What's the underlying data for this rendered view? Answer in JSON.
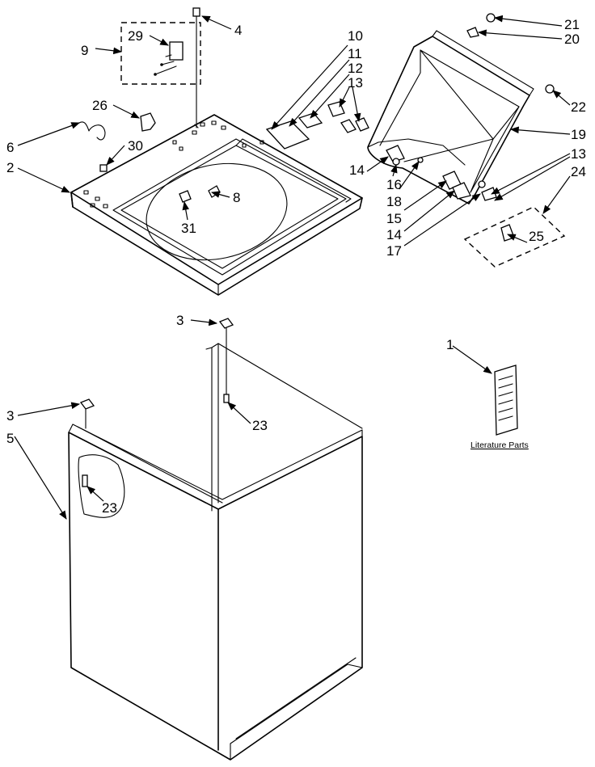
{
  "callouts": {
    "c1": "1",
    "c2": "2",
    "c3a": "3",
    "c3b": "3",
    "c4": "4",
    "c5": "5",
    "c6": "6",
    "c8": "8",
    "c9": "9",
    "c10": "10",
    "c11": "11",
    "c12": "12",
    "c13a": "13",
    "c13b": "13",
    "c14a": "14",
    "c14b": "14",
    "c15": "15",
    "c16": "16",
    "c17": "17",
    "c18": "18",
    "c19": "19",
    "c20": "20",
    "c21": "21",
    "c22": "22",
    "c23a": "23",
    "c23b": "23",
    "c24": "24",
    "c25": "25",
    "c26": "26",
    "c29": "29",
    "c30": "30",
    "c31": "31"
  },
  "literature_caption": "Literature Parts"
}
